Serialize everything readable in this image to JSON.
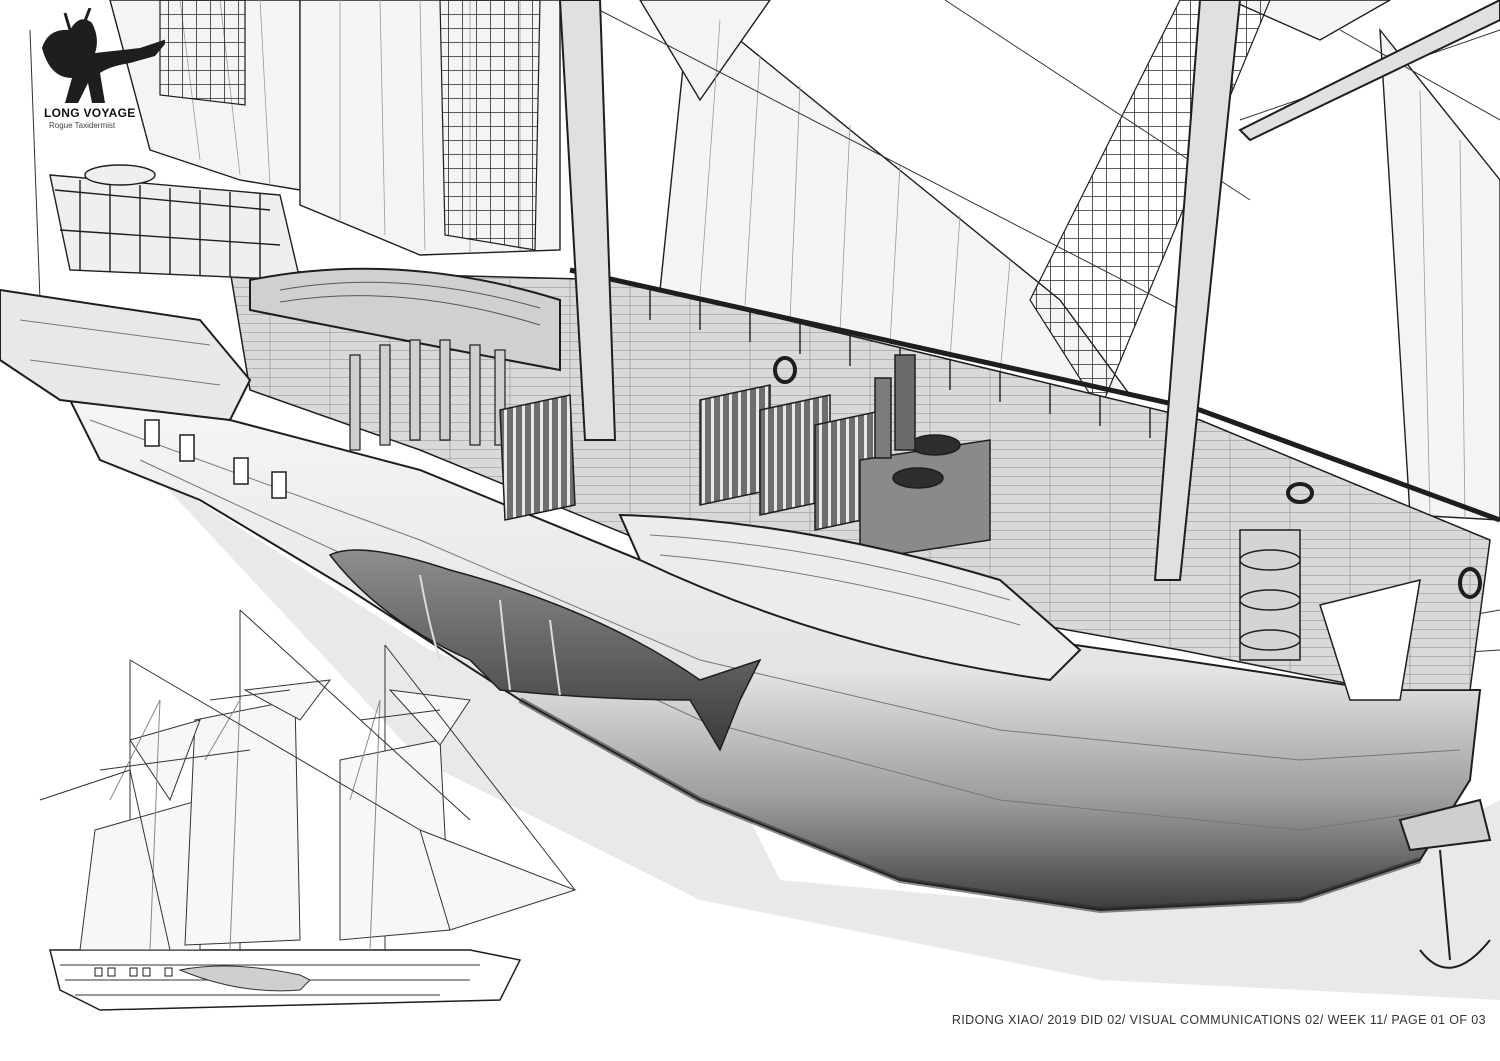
{
  "logo": {
    "title": "LONG VOYAGE",
    "subtitle": "Rogue Taxidermist",
    "icon": "goat-shark-emblem-icon"
  },
  "footer": {
    "credit": "RIDONG XIAO/ 2019 DID 02/ VISUAL COMMUNICATIONS 02/ WEEK 11/ PAGE 01 OF 03"
  },
  "colors": {
    "background": "#ffffff",
    "line": "#1e1e1e",
    "hull_shade": "#5a5a5a",
    "shadow": "#e6e6e6",
    "sail": "#f4f4f4"
  }
}
